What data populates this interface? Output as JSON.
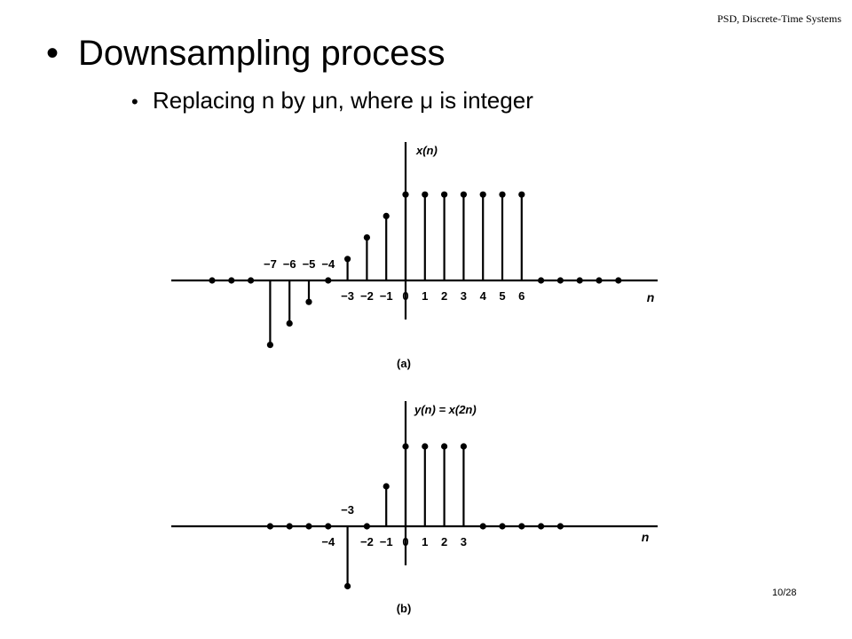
{
  "header": {
    "note": "PSD, Discrete-Time Systems"
  },
  "title": {
    "bullet": "•",
    "text": "Downsampling process"
  },
  "subtitle": {
    "bullet": "•",
    "text": "Replacing n by μn, where μ is integer"
  },
  "footer": {
    "page": "10/28"
  },
  "chart_data": [
    {
      "type": "stem",
      "panel_label": "(a)",
      "ylabel": "x(n)",
      "xlabel": "n",
      "tick_labels": [
        {
          "n": -7,
          "label": "−7"
        },
        {
          "n": -6,
          "label": "−6"
        },
        {
          "n": -5,
          "label": "−5"
        },
        {
          "n": -4,
          "label": "−4"
        },
        {
          "n": -3,
          "label": "−3"
        },
        {
          "n": -2,
          "label": "−2"
        },
        {
          "n": -1,
          "label": "−1"
        },
        {
          "n": 0,
          "label": "0"
        },
        {
          "n": 1,
          "label": "1"
        },
        {
          "n": 2,
          "label": "2"
        },
        {
          "n": 3,
          "label": "3"
        },
        {
          "n": 4,
          "label": "4"
        },
        {
          "n": 5,
          "label": "5"
        },
        {
          "n": 6,
          "label": "6"
        }
      ],
      "x": [
        -10,
        -9,
        -8,
        -7,
        -6,
        -5,
        -4,
        -3,
        -2,
        -1,
        0,
        1,
        2,
        3,
        4,
        5,
        6,
        7,
        8,
        9,
        10,
        11
      ],
      "y": [
        0,
        0,
        0,
        -3,
        -2,
        -1,
        0,
        1,
        2,
        3,
        4,
        4,
        4,
        4,
        4,
        4,
        4,
        0,
        0,
        0,
        0,
        0
      ]
    },
    {
      "type": "stem",
      "panel_label": "(b)",
      "ylabel": "y(n) = x(2n)",
      "xlabel": "n",
      "tick_labels": [
        {
          "n": -4,
          "label": "−4"
        },
        {
          "n": -3,
          "label": "−3"
        },
        {
          "n": -2,
          "label": "−2"
        },
        {
          "n": -1,
          "label": "−1"
        },
        {
          "n": 0,
          "label": "0"
        },
        {
          "n": 1,
          "label": "1"
        },
        {
          "n": 2,
          "label": "2"
        },
        {
          "n": 3,
          "label": "3"
        }
      ],
      "x": [
        -7,
        -6,
        -5,
        -4,
        -3,
        -2,
        -1,
        0,
        1,
        2,
        3,
        4,
        5,
        6,
        7,
        8
      ],
      "y": [
        0,
        0,
        0,
        0,
        -3,
        0,
        2,
        4,
        4,
        4,
        4,
        0,
        0,
        0,
        0,
        0
      ]
    }
  ]
}
